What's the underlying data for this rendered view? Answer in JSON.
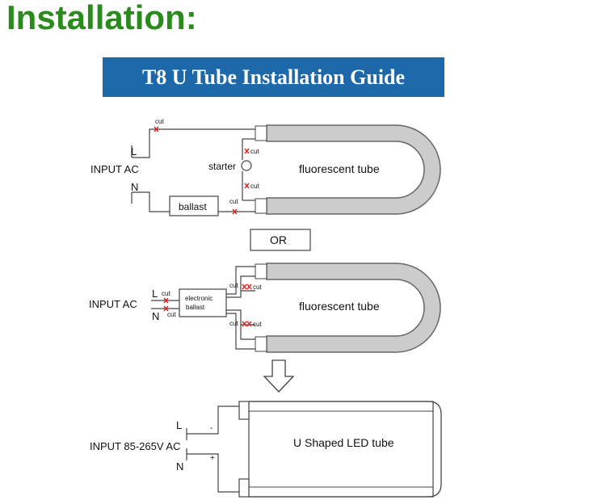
{
  "heading": "Installation:",
  "banner_title": "T8 U Tube Installation Guide",
  "labels": {
    "cut": "cut",
    "L": "L",
    "N": "N",
    "input_ac": "INPUT AC",
    "input_ac_2": "INPUT  AC",
    "input_ac_led": "INPUT 85-265V AC",
    "starter": "starter",
    "ballast": "ballast",
    "electronic": "electronic",
    "ballast_2": "ballast",
    "fluorescent_tube": "fluorescent tube",
    "or": "OR",
    "led_tube": "U Shaped LED tube",
    "minus": "-",
    "plus": "+"
  },
  "colors": {
    "heading": "#2a8a1c",
    "banner_bg": "#1d68a8",
    "banner_text": "#ffffff",
    "tube_fill": "#cccccc",
    "cut_mark": "#e02020"
  }
}
